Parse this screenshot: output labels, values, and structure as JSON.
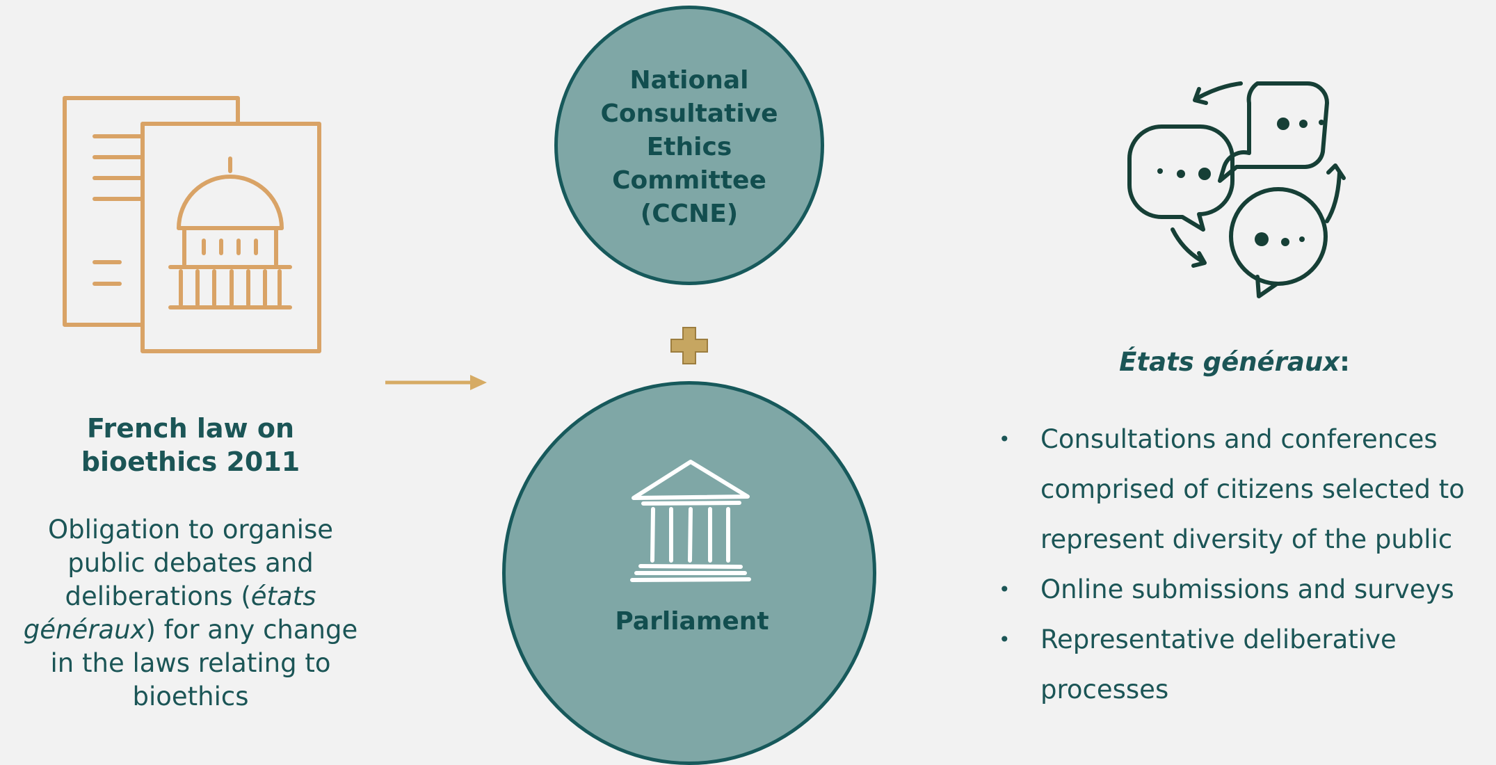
{
  "left": {
    "title_line1": "French law on",
    "title_line2": "bioethics 2011",
    "desc_line1": "Obligation to organise",
    "desc_line2": "public debates and",
    "desc_line3_a": "deliberations (",
    "desc_line3_em": "états",
    "desc_line4_em": "généraux",
    "desc_line4_b": ") for any change",
    "desc_line5": "in the laws relating to",
    "desc_line6": "bioethics"
  },
  "center": {
    "ccne_line1": "National",
    "ccne_line2": "Consultative",
    "ccne_line3": "Ethics",
    "ccne_line4": "Committee",
    "ccne_line5": "(CCNE)",
    "parliament_label": "Parliament"
  },
  "right": {
    "heading_em": "États généraux",
    "heading_colon": ":",
    "bullets": [
      "Consultations and conferences comprised of citizens selected to represent diversity of the public",
      "Online submissions and surveys",
      "Representative deliberative processes"
    ]
  },
  "colors": {
    "background": "#f2f2f2",
    "teal_dark": "#1b5556",
    "teal_circle": "#7fa7a6",
    "gold": "#d9a366",
    "plus_gold": "#c6a661",
    "chat_green": "#163f36"
  },
  "icons": {
    "law": "law-document-icon",
    "arrow": "arrow-right-icon",
    "plus": "plus-icon",
    "building": "parliament-building-icon",
    "chat": "chat-bubbles-icon"
  }
}
